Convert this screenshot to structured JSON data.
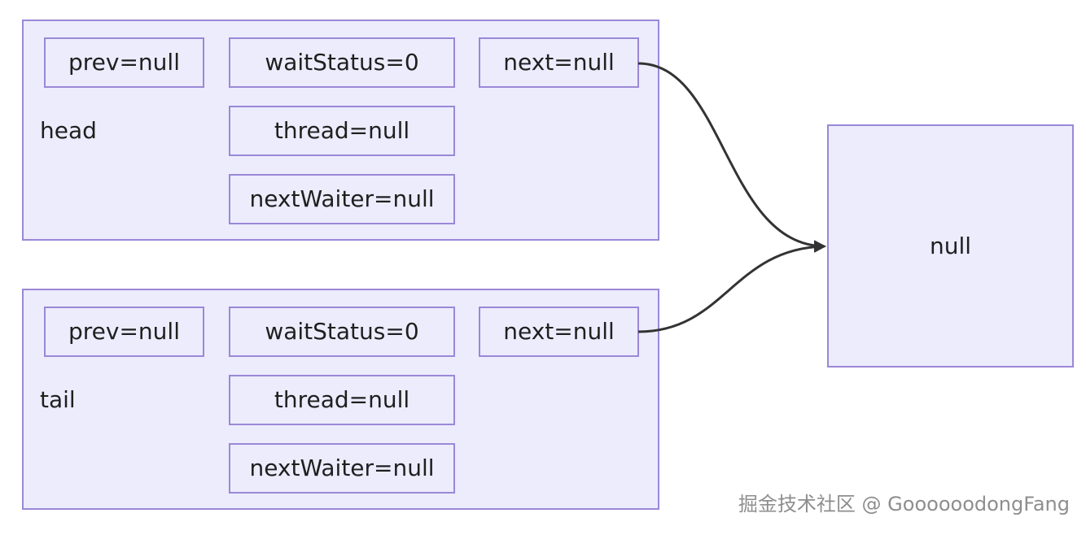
{
  "nodes": {
    "head": {
      "label": "head",
      "prev": "prev=null",
      "waitStatus": "waitStatus=0",
      "next": "next=null",
      "thread": "thread=null",
      "nextWaiter": "nextWaiter=null"
    },
    "tail": {
      "label": "tail",
      "prev": "prev=null",
      "waitStatus": "waitStatus=0",
      "next": "next=null",
      "thread": "thread=null",
      "nextWaiter": "nextWaiter=null"
    },
    "null_target": {
      "label": "null"
    }
  },
  "edges": [
    {
      "from": "head.next",
      "to": "null"
    },
    {
      "from": "tail.next",
      "to": "null"
    }
  ],
  "colors": {
    "fill": "#ececfd",
    "border": "#9b88d6",
    "arrow": "#333333",
    "watermark": "#8e8e8e"
  },
  "watermark": "掘金技术社区 @ GoooooodongFang"
}
